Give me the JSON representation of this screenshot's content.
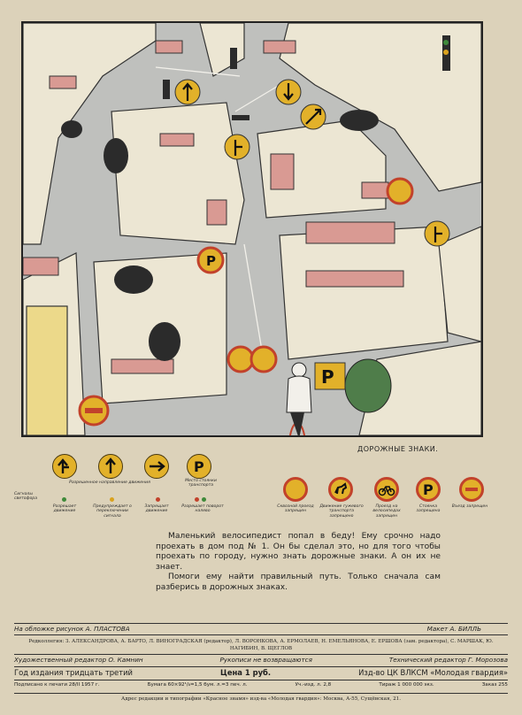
{
  "legend": {
    "title": "ДОРОЖНЫЕ ЗНАКИ.",
    "row1": [
      {
        "icon": "arrow-right-turn-icon",
        "caption": "Разрешенное направление движения"
      },
      {
        "icon": "arrow-up-icon",
        "caption": ""
      },
      {
        "icon": "arrow-right-icon",
        "caption": ""
      },
      {
        "icon": "parking-p-icon",
        "caption": "Место стоянки транспорта"
      }
    ],
    "signals_label": "Сигналы светофора",
    "signals": [
      {
        "caption": "Разрешает движение",
        "color": "#3f8a3a"
      },
      {
        "caption": "Предупреждает о переключении сигнала",
        "color": "#d9a21e"
      },
      {
        "caption": "Запрещает движение",
        "color": "#c2422b"
      },
      {
        "caption": "Разрешает поворот налево",
        "color": "#3f8a3a"
      }
    ],
    "row2": [
      {
        "icon": "no-entry-icon",
        "caption": "Сквозной проезд запрещен"
      },
      {
        "icon": "no-animal-icon",
        "caption": "Движение гужевого транспорта запрещено"
      },
      {
        "icon": "bicycle-icon",
        "caption": "Проезд на велосипедах запрещен"
      },
      {
        "icon": "no-parking-icon",
        "caption": "Стоянка запрещена"
      },
      {
        "icon": "no-entry-bar-icon",
        "caption": "Въезд запрещен"
      }
    ]
  },
  "story": {
    "p1": "Маленький велосипедист попал в беду! Ему срочно надо проехать в дом под № 1. Он бы сделал это, но для того чтобы проехать по городу, нужно знать дорожные знаки. А он их не знает.",
    "p2": "Помоги ему найти правильный путь. Только сначала сам разберись в дорожных знаках."
  },
  "imprint": {
    "cover": "На обложке рисунок А. ПЛАСТОВА",
    "layout": "Макет А. БИЛЛЬ",
    "board": "Редколлегия: З. АЛЕКСАНДРОВА, А. БАРТО, Л. ВИНОГРАДСКАЯ (редактор), Л. ВОРОНКОВА, А. ЕРМОЛАЕВ, Н. ЕМЕЛЬЯНОВА, Е. ЕРШОВА (зам. редактора), С. МАРШАК, Ю. НАГИБИН, В. ЩЕГЛОВ",
    "art_editor": "Художественный редактор О. Камнин",
    "manuscripts": "Рукописи не возвращаются",
    "tech_editor": "Технический редактор Г. Морозова",
    "year": "Год издания тридцать третий",
    "price": "Цена 1 руб.",
    "publisher": "Изд-во ЦК ВЛКСМ «Молодая гвардия»",
    "signed": "Подписано к печати 28/II 1957 г.",
    "paper": "Бумага 60×92¹/₈=1,5 бум. л.=3 печ. л.",
    "pubsheets": "Уч.-изд. л. 2,8",
    "run": "Тираж 1 000 000 экз.",
    "order": "Заказ 255",
    "address": "Адрес редакции и типографии «Красное знамя» изд-ва «Молодая гвардия»: Москва, А-55, Сущёвская, 21."
  },
  "colors": {
    "sign_yellow": "#e2b12a",
    "ring_red": "#c2422b",
    "roof_pink": "#d99a93",
    "road_gray": "#bfc0bd"
  }
}
